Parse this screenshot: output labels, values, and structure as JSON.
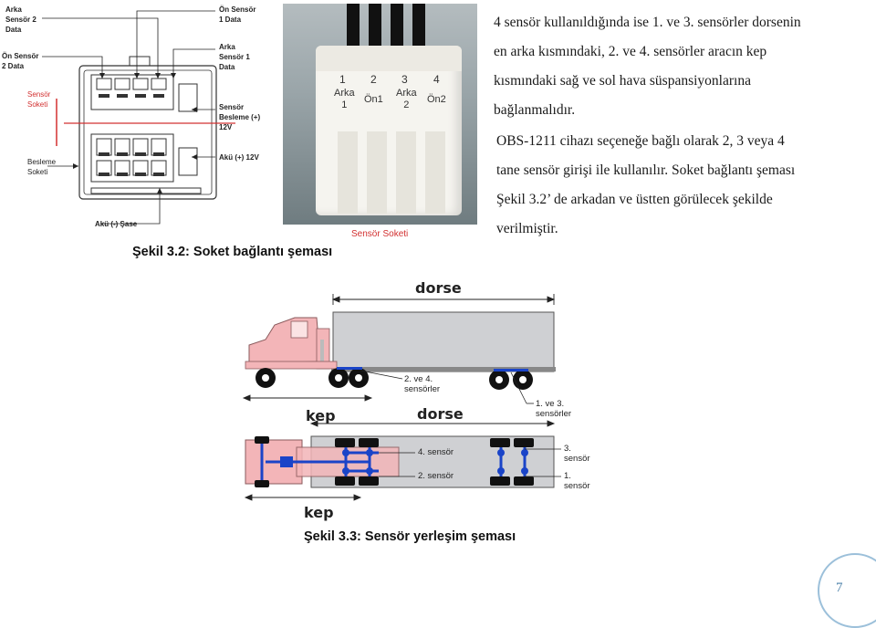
{
  "socket_diagram": {
    "labels": {
      "arka_sensor_2": "Arka\nSensör 2\nData",
      "on_sensor_2": "Ön Sensör\n2 Data",
      "sensor_soketi_left": "Sensör\nSoketi",
      "besleme_soketi": "Besleme\nSoketi",
      "aku_minus": "Akü (-) Şase",
      "on_sensor_1": "Ön Sensör\n1 Data",
      "arka_sensor_1": "Arka\nSensör 1\nData",
      "sensor_besleme": "Sensör\nBesleme (+)\n12V",
      "aku_plus": "Akü (+) 12V"
    },
    "caption": "Şekil 3.2: Soket bağlantı şeması"
  },
  "photo": {
    "pins": [
      "1",
      "2",
      "3",
      "4"
    ],
    "pin_names": [
      "Arka\n1",
      "Ön1",
      "Arka\n2",
      "Ön2"
    ],
    "label": "Sensör Soketi"
  },
  "text": {
    "paragraph1": [
      "4 sensör kullanıldığında ise 1. ve 3. sensörler dorsenin",
      "en arka kısmındaki, 2. ve 4. sensörler aracın kep",
      "kısmındaki sağ ve sol hava süspansiyonlarına",
      "bağlanmalıdır."
    ],
    "paragraph2": [
      "OBS-1211 cihazı seçeneğe bağlı olarak 2, 3 veya 4",
      "tane sensör girişi ile kullanılır. Soket bağlantı şeması",
      "Şekil 3.2’ de arkadan ve üstten görülecek şekilde",
      "verilmiştir."
    ]
  },
  "truck_diagram": {
    "dorse_top": "dorse",
    "kep_side": "kep",
    "dorse_mid": "dorse",
    "kep_bottom": "kep",
    "label_2_4": "2. ve 4.\nsensörler",
    "label_1_3": "1. ve 3. sensörler",
    "sensor_4": "4. sensör",
    "sensor_2": "2. sensör",
    "sensor_3": "3. sensör",
    "sensor_1": "1. sensör",
    "caption": "Şekil 3.3: Sensör yerleşim şeması"
  },
  "page_number": "7",
  "colors": {
    "accent_red": "#d23030",
    "truck_pink": "#f3b5b8",
    "sensor_blue": "#1a44c8",
    "page_circle": "#9cc0da"
  }
}
